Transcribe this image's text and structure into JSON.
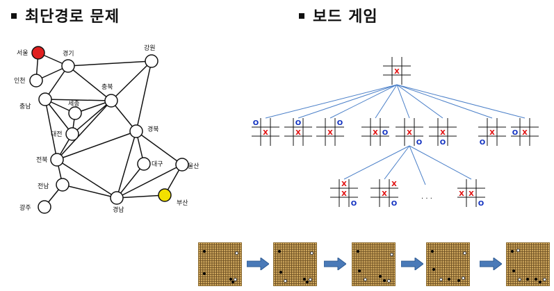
{
  "headings": {
    "left": "최단경로 문제",
    "right": "보드 게임"
  },
  "graph": {
    "nodes": [
      {
        "id": "seoul",
        "label": "서울",
        "color": "#e02020"
      },
      {
        "id": "gyeonggi",
        "label": "경기",
        "color": "#ffffff"
      },
      {
        "id": "gangwon",
        "label": "강원",
        "color": "#ffffff"
      },
      {
        "id": "incheon",
        "label": "인천",
        "color": "#ffffff"
      },
      {
        "id": "chungbuk",
        "label": "충북",
        "color": "#ffffff"
      },
      {
        "id": "chungnam",
        "label": "충남",
        "color": "#ffffff"
      },
      {
        "id": "sejong",
        "label": "세종",
        "color": "#ffffff"
      },
      {
        "id": "daejeon",
        "label": "대전",
        "color": "#ffffff"
      },
      {
        "id": "gyeongbuk",
        "label": "경북",
        "color": "#ffffff"
      },
      {
        "id": "jeonbuk",
        "label": "전북",
        "color": "#ffffff"
      },
      {
        "id": "daegu",
        "label": "대구",
        "color": "#ffffff"
      },
      {
        "id": "ulsan",
        "label": "울산",
        "color": "#ffffff"
      },
      {
        "id": "jeonnam",
        "label": "전남",
        "color": "#ffffff"
      },
      {
        "id": "busan",
        "label": "부산",
        "color": "#f2e000"
      },
      {
        "id": "gyeongnam",
        "label": "경남",
        "color": "#ffffff"
      },
      {
        "id": "gwangju",
        "label": "광주",
        "color": "#ffffff"
      }
    ]
  },
  "tictactoe": {
    "x_mark": "X",
    "o_mark": "O",
    "x_color": "#e01010",
    "o_color": "#1030c0",
    "ellipsis": ". . ."
  }
}
